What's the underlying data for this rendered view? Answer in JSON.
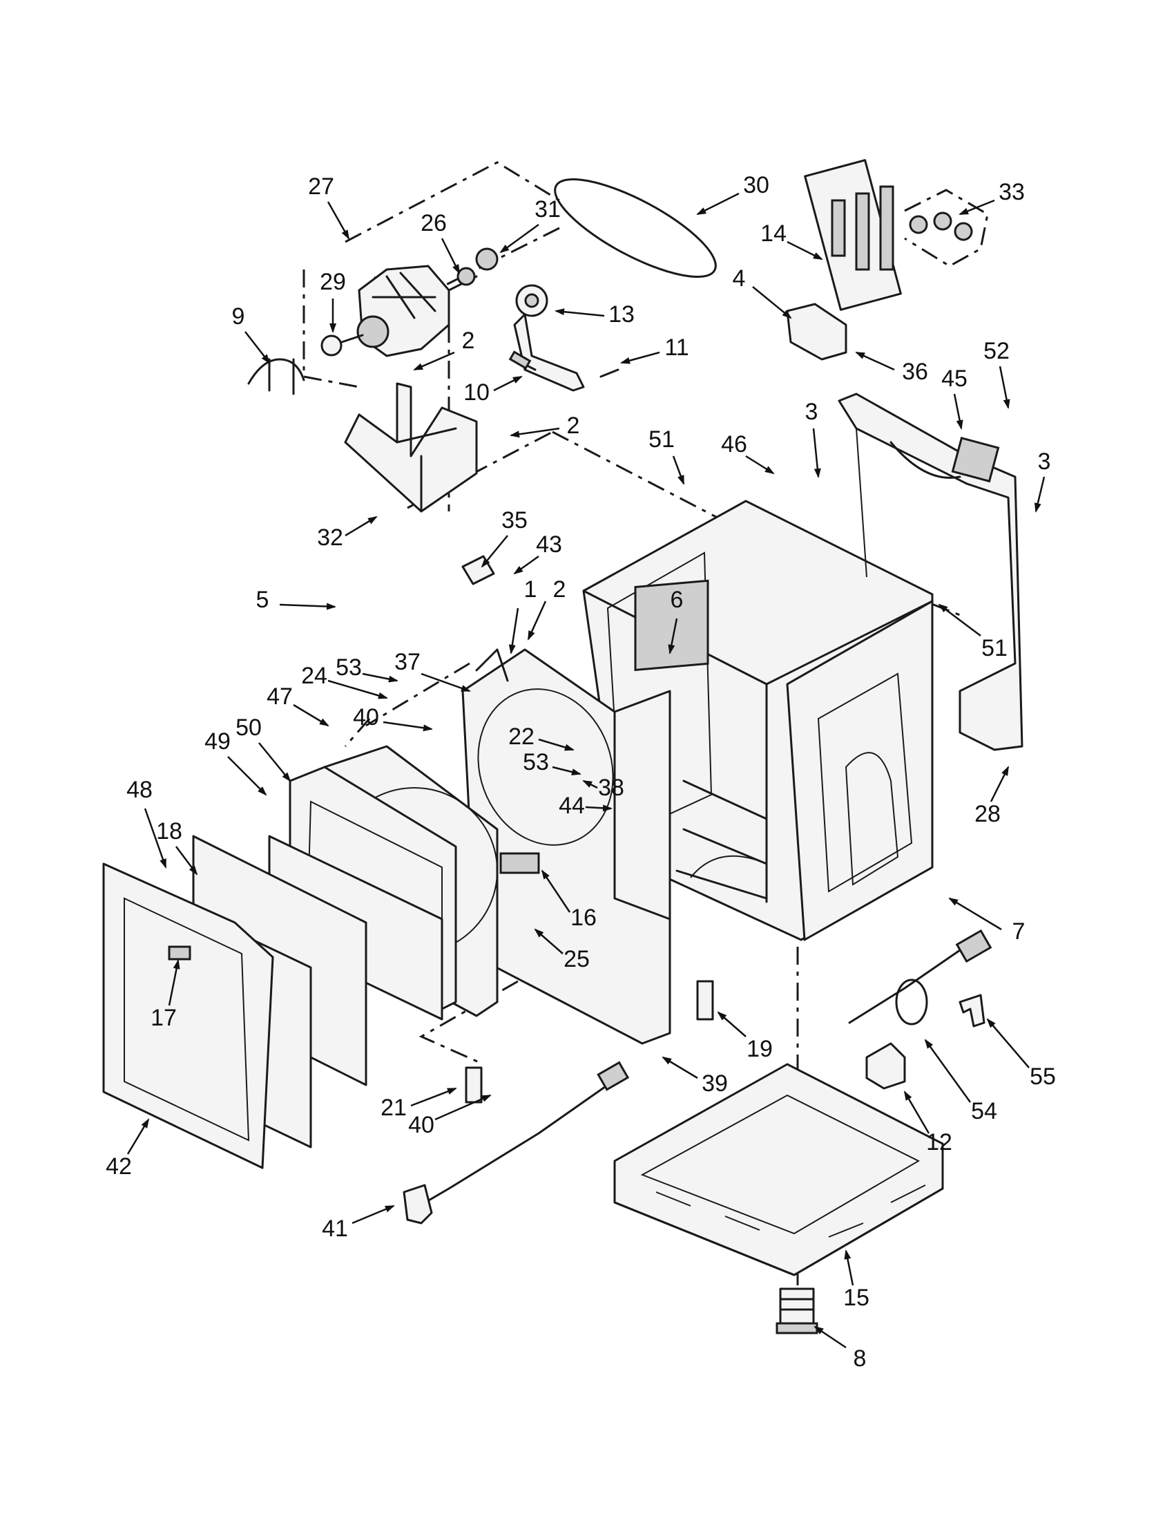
{
  "diagram": {
    "colors": {
      "ink": "#111111",
      "paper": "#ffffff"
    },
    "callouts": [
      "1",
      "2",
      "2",
      "2",
      "3",
      "3",
      "4",
      "5",
      "6",
      "7",
      "8",
      "9",
      "10",
      "11",
      "12",
      "13",
      "14",
      "15",
      "16",
      "17",
      "18",
      "19",
      "21",
      "22",
      "24",
      "25",
      "26",
      "27",
      "28",
      "29",
      "30",
      "31",
      "32",
      "33",
      "35",
      "36",
      "37",
      "38",
      "39",
      "40",
      "40",
      "41",
      "42",
      "43",
      "44",
      "45",
      "46",
      "47",
      "48",
      "49",
      "50",
      "51",
      "51",
      "52",
      "53",
      "53",
      "54",
      "55"
    ]
  }
}
